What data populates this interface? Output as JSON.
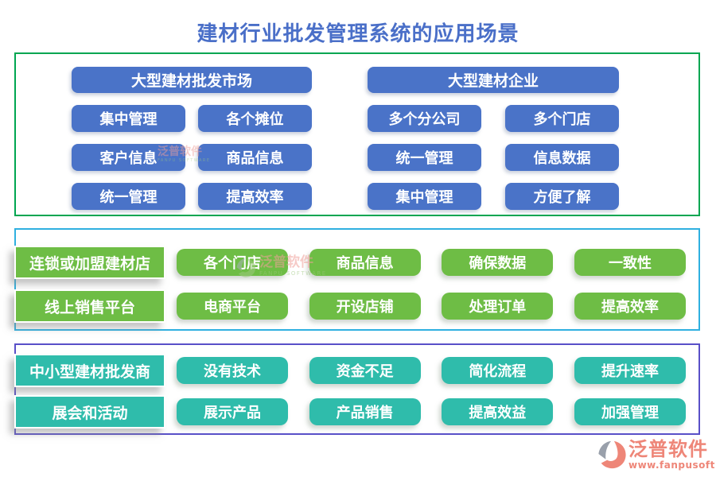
{
  "title": "建材行业批发管理系统的应用场景",
  "sections": {
    "large_market": {
      "header": "大型建材批发市场",
      "items": [
        "集中管理",
        "各个摊位",
        "客户信息",
        "商品信息",
        "统一管理",
        "提高效率"
      ]
    },
    "large_enterprise": {
      "header": "大型建材企业",
      "items": [
        "多个分公司",
        "多个门店",
        "统一管理",
        "信息数据",
        "集中管理",
        "方便了解"
      ]
    },
    "chain": {
      "rows": [
        {
          "label": "连锁或加盟建材店",
          "items": [
            "各个门店",
            "商品信息",
            "确保数据",
            "一致性"
          ]
        },
        {
          "label": "线上销售平台",
          "items": [
            "电商平台",
            "开设店铺",
            "处理订单",
            "提高效率"
          ]
        }
      ]
    },
    "small": {
      "rows": [
        {
          "label": "中小型建材批发商",
          "items": [
            "没有技术",
            "资金不足",
            "简化流程",
            "提升速率"
          ]
        },
        {
          "label": "展会和活动",
          "items": [
            "展示产品",
            "产品销售",
            "提高效益",
            "加强管理"
          ]
        }
      ]
    }
  },
  "watermark": {
    "brand": "泛普软件",
    "brand_sub": "FANPU SOFTWARE"
  },
  "logo": {
    "brand": "泛普软件",
    "website": "www.fanpusoft.com"
  },
  "colors": {
    "title_blue": "#4a6fc8",
    "button_blue": "#4a73c8",
    "button_green": "#6ebd45",
    "button_teal": "#2fbcab",
    "border_green": "#00a651",
    "border_cyan": "#2fb0e0",
    "border_purple": "#5950c8",
    "logo_salmon": "#ee8678"
  }
}
